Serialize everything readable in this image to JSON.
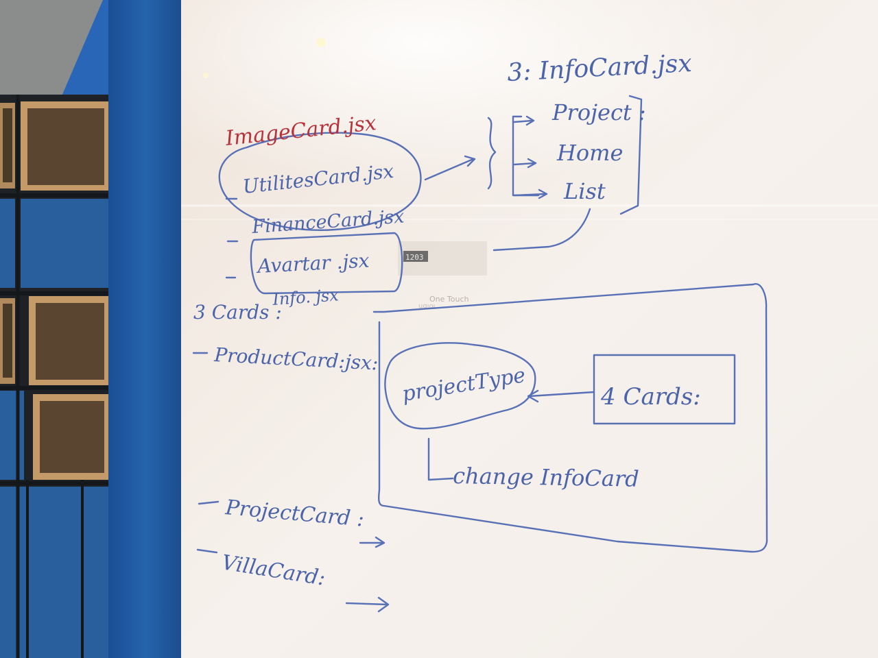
{
  "whiteboard": {
    "left_column": {
      "image_card": "ImageCard.jsx",
      "utilities_card": "UtilitesCard.jsx",
      "finance_card": "FinanceCard.jsx",
      "avatar": "Avartar .jsx",
      "three_cards": "3 Cards :",
      "info_jsx": "Info. jsx",
      "product_card": "ProductCard:jsx:",
      "project_card": "ProjectCard :",
      "villa_card": "VillaCard:"
    },
    "right_top": {
      "title": "3: InfoCard.jsx",
      "items": [
        "Project :",
        "Home",
        "List"
      ]
    },
    "diagram": {
      "project_type": "projectType",
      "four_cards": "4 Cards:",
      "change_info_card": "change InfoCard"
    }
  },
  "background_signage": {
    "room_number": "1203",
    "company": "One Touch",
    "company_sub": "Tolbn"
  },
  "colors": {
    "marker_blue": "#4b63a8",
    "marker_red": "#b8323a",
    "pillar_blue": "#1f5aa5",
    "board_white": "#f5efe9"
  }
}
